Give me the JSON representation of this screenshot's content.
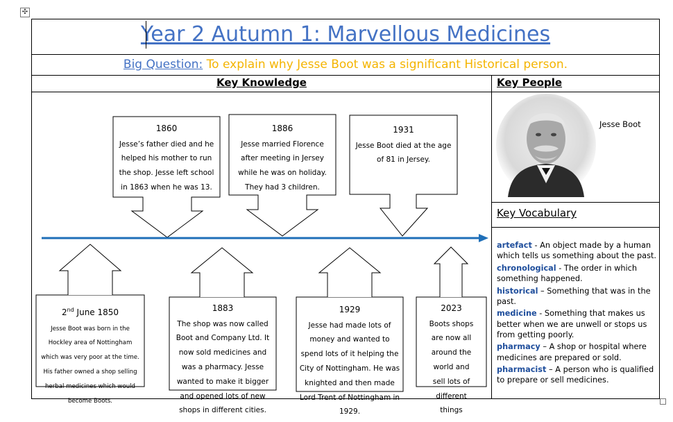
{
  "title": "Year 2 Autumn 1: Marvellous Medicines",
  "big_question": {
    "label": "Big Question:",
    "text": "To explain why Jesse Boot was a significant Historical person."
  },
  "headers": {
    "key_knowledge": "Key Knowledge",
    "key_people": "Key People",
    "key_vocabulary": "Key Vocabulary"
  },
  "person": {
    "name": "Jesse Boot"
  },
  "events_above": [
    {
      "year": "1860",
      "text": "Jesse’s father died and he helped his mother to run the shop. Jesse left school in 1863 when he was 13."
    },
    {
      "year": "1886",
      "text": "Jesse married Florence after meeting in Jersey while he was on holiday. They had 3 children."
    },
    {
      "year": "1931",
      "text": "Jesse Boot died at the age of 81 in Jersey."
    }
  ],
  "events_below": [
    {
      "year_day": "2",
      "year_sup": "nd",
      "year_rest": " June 1850",
      "text": "Jesse Boot was born in the Hockley area of Nottingham which was very poor at the time. His father owned a shop selling herbal medicines which would become Boots."
    },
    {
      "year": "1883",
      "text": "The shop was now called Boot and Company Ltd. It now sold medicines and was a pharmacy. Jesse wanted to make it bigger and opened lots of new shops in different cities."
    },
    {
      "year": "1929",
      "text": "Jesse had made lots of money and wanted to spend lots of it helping the City of Nottingham. He was knighted and then made Lord Trent of Nottingham in 1929."
    },
    {
      "year": "2023",
      "text": "Boots shops are now all around the world and sell lots of different things"
    }
  ],
  "vocabulary": [
    {
      "term": "artefact",
      "definition": " - An object made by a human which tells us something about the past."
    },
    {
      "term": "chronological",
      "definition": " - The order in which something happened."
    },
    {
      "term": "historical",
      "definition": " – Something that was in the past."
    },
    {
      "term": "medicine",
      "definition": " - Something that makes us better when we are unwell or stops us from getting poorly."
    },
    {
      "term": "pharmacy",
      "definition": " – A shop or hospital where medicines are prepared or sold."
    },
    {
      "term": "pharmacist",
      "definition": " – A person who is qualified to prepare or sell medicines."
    }
  ],
  "colors": {
    "title": "#4472c4",
    "question_text": "#f4b400",
    "timeline": "#1f6fb8",
    "term": "#1f4e9c"
  }
}
